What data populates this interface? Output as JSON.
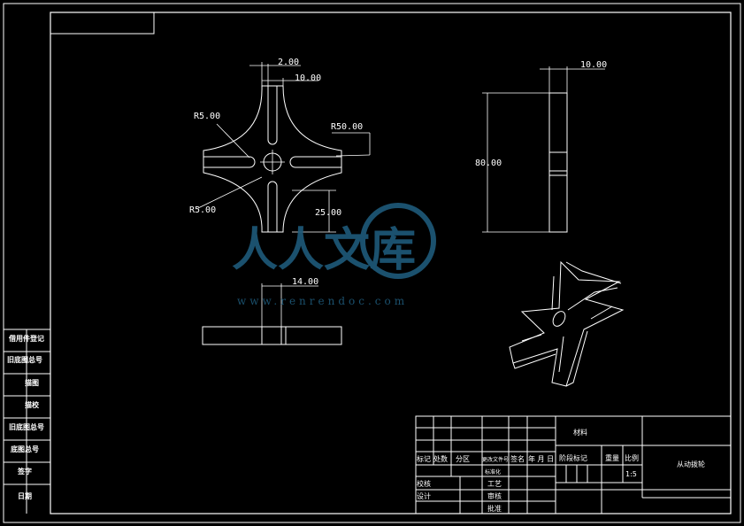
{
  "drawing": {
    "dims": {
      "slot_width": "2.00",
      "arm_width_top": "10.00",
      "radius_a": "R5.00",
      "radius_b": "R50.00",
      "radius_c": "R5.00",
      "slot_length": "25.00",
      "side_thickness": "10.00",
      "side_height": "80.00",
      "bottom_width": "14.00"
    }
  },
  "side_labels": [
    "借用件登记",
    "旧底图总号",
    "描图",
    "描校",
    "旧底图总号",
    "底图总号",
    "签字",
    "日期"
  ],
  "title_block": {
    "material": "材料",
    "part_name": "从动拨轮",
    "row_headers": [
      "标记",
      "处数",
      "分区",
      "更改文件号",
      "签名",
      "年 月 日"
    ],
    "stage_labels": [
      "阶段标记",
      "重量",
      "比例"
    ],
    "scale": "1:5",
    "left_labels": [
      "设计",
      "校核"
    ],
    "mid_labels": [
      "标准化",
      "工艺",
      "审核",
      "批准"
    ]
  },
  "watermark": {
    "cn": "人人文库",
    "url": "www.renrendoc.com"
  }
}
